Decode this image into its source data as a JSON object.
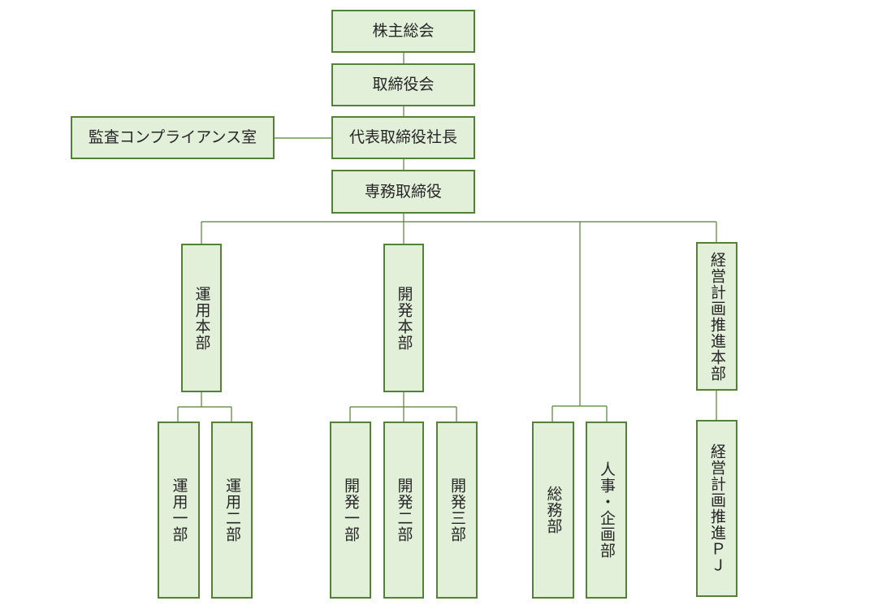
{
  "org_chart": {
    "nodes": {
      "shareholders_meeting": "株主総会",
      "board_of_directors": "取締役会",
      "president": "代表取締役社長",
      "audit_compliance": "監査コンプライアンス室",
      "senior_managing_director": "専務取締役",
      "operations_hq": "運用本部",
      "development_hq": "開発本部",
      "management_planning_hq": "経営計画推進本部",
      "operations_1": "運用一部",
      "operations_2": "運用二部",
      "development_1": "開発一部",
      "development_2": "開発二部",
      "development_3": "開発三部",
      "general_affairs": "総務部",
      "hr_planning": "人事・企画部",
      "management_planning_pj": "経営計画推進ＰＪ"
    }
  },
  "colors": {
    "box_fill": "#e2efd9",
    "box_border": "#538135",
    "connector": "#538135",
    "text": "#262626"
  }
}
